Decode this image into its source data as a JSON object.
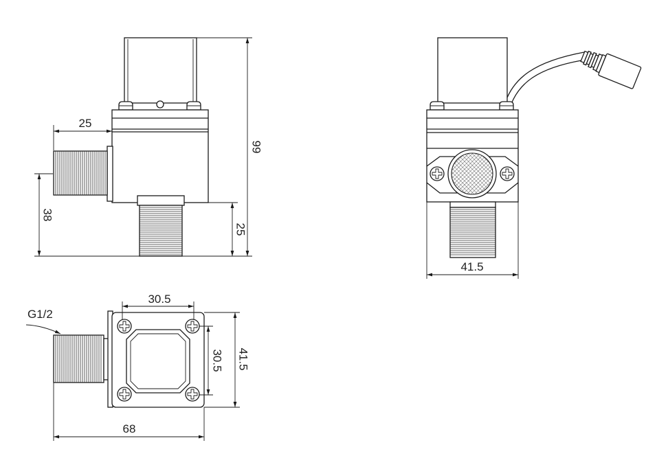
{
  "drawing": {
    "front_view": {
      "dim_inlet_length": "25",
      "dim_total_height": "99",
      "dim_inlet_height": "38",
      "dim_outlet_length": "25"
    },
    "side_view": {
      "dim_width": "41.5"
    },
    "bottom_view": {
      "thread_label": "G1/2",
      "dim_hole_spacing_x": "30.5",
      "dim_hole_spacing_y": "30.5",
      "dim_width": "41.5",
      "dim_total_length": "68"
    }
  },
  "colors": {
    "line": "#1a1a1a",
    "background": "#ffffff"
  }
}
